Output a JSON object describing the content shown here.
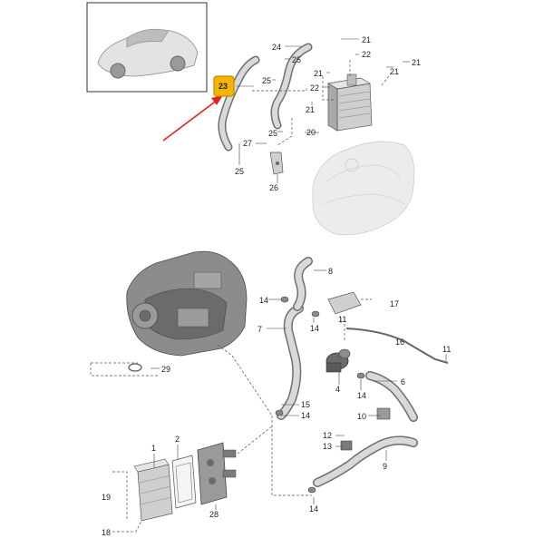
{
  "colors": {
    "highlight": "#f5b400",
    "highlight_border": "#c48a00",
    "arrow": "#e2231a",
    "line": "#444444",
    "ghost_part": "#e6e6e6",
    "dark_part": "#6b6b6b"
  },
  "callouts": {
    "c1": "1",
    "c2": "2",
    "c4": "4",
    "c6": "6",
    "c7": "7",
    "c8": "8",
    "c9": "9",
    "c10": "10",
    "c11a": "11",
    "c11b": "11",
    "c12": "12",
    "c13": "13",
    "c14a": "14",
    "c14b": "14",
    "c14c": "14",
    "c14d": "14",
    "c14e": "14",
    "c15": "15",
    "c16": "16",
    "c17": "17",
    "c18": "18",
    "c19": "19",
    "c20": "20",
    "c21a": "21",
    "c21b": "21",
    "c21c": "21",
    "c21d": "21",
    "c21e": "21",
    "c22a": "22",
    "c22b": "22",
    "c23": "23",
    "c24": "24",
    "c25a": "25",
    "c25b": "25",
    "c25c": "25",
    "c25d": "25",
    "c26": "26",
    "c27": "27",
    "c28": "28",
    "c29": "29"
  }
}
